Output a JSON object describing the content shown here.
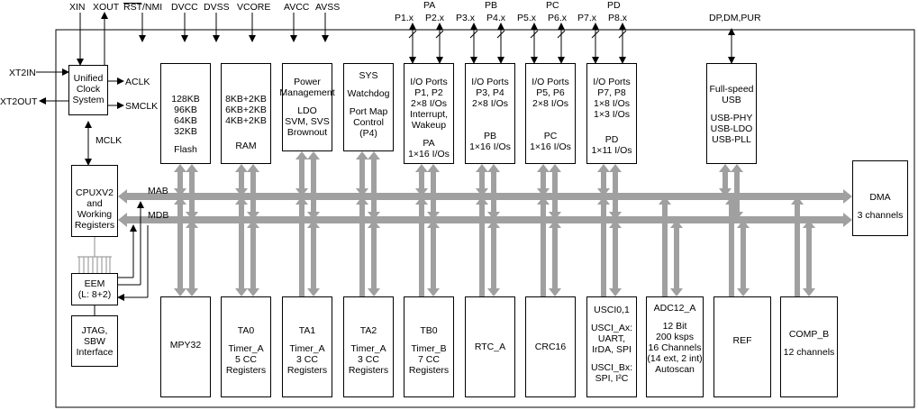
{
  "top_signals": [
    {
      "id": "xin",
      "text": "XIN"
    },
    {
      "id": "xout",
      "text": "XOUT"
    },
    {
      "id": "rst",
      "text": "RST/NMI"
    },
    {
      "id": "dvcc",
      "text": "DVCC"
    },
    {
      "id": "dvss",
      "text": "DVSS"
    },
    {
      "id": "vcore",
      "text": "VCORE"
    },
    {
      "id": "avcc",
      "text": "AVCC"
    },
    {
      "id": "avss",
      "text": "AVSS"
    },
    {
      "id": "usbpins",
      "text": "DP,DM,PUR"
    }
  ],
  "left_signals": {
    "xt2in": "XT2IN",
    "xt2out": "XT2OUT"
  },
  "ports": [
    {
      "name": "PA",
      "pin1": "P1.x",
      "pin2": "P2.x"
    },
    {
      "name": "PB",
      "pin1": "P3.x",
      "pin2": "P4.x"
    },
    {
      "name": "PC",
      "pin1": "P5.x",
      "pin2": "P6.x"
    },
    {
      "name": "PD",
      "pin1": "P7.x",
      "pin2": "P8.x"
    }
  ],
  "clock": {
    "lines": [
      "Unified",
      "Clock",
      "System"
    ],
    "aclk": "ACLK",
    "smclk": "SMCLK",
    "mclk": "MCLK"
  },
  "buses": {
    "mab": "MAB",
    "mdb": "MDB"
  },
  "top_blocks": {
    "flash": [
      "128KB",
      "96KB",
      "64KB",
      "32KB",
      "",
      "Flash"
    ],
    "ram": [
      "8KB+2KB",
      "6KB+2KB",
      "4KB+2KB",
      "",
      "",
      "RAM"
    ],
    "power": [
      "Power",
      "Management",
      "",
      "LDO",
      "SVM, SVS",
      "Brownout"
    ],
    "sys": [
      "SYS",
      "",
      "Watchdog",
      "",
      "Port Map",
      "Control",
      "(P4)"
    ],
    "ioa": [
      "I/O Ports",
      "P1, P2",
      "2×8 I/Os",
      "Interrupt,",
      "Wakeup",
      "",
      "PA",
      "1×16 I/Os"
    ],
    "iob": [
      "I/O Ports",
      "P3, P4",
      "2×8 I/Os",
      "",
      "",
      "",
      "PB",
      "1×16 I/Os"
    ],
    "ioc": [
      "I/O Ports",
      "P5, P6",
      "2×8 I/Os",
      "",
      "",
      "",
      "PC",
      "1×16 I/Os"
    ],
    "iod": [
      "I/O Ports",
      "P7, P8",
      "1×8 I/Os",
      "1×3 I/Os",
      "",
      "",
      "PD",
      "1×11 I/Os"
    ],
    "usb": [
      "Full-speed",
      "USB",
      "",
      "USB-PHY",
      "USB-LDO",
      "USB-PLL"
    ]
  },
  "cpu": [
    "CPUXV2",
    "and",
    "Working",
    "Registers"
  ],
  "eem": [
    "EEM",
    "(L: 8+2)"
  ],
  "jtag": [
    "JTAG,",
    "SBW",
    "Interface"
  ],
  "dma": [
    "DMA",
    "",
    "3 channels"
  ],
  "bottom_blocks": {
    "mpy": [
      "MPY32"
    ],
    "ta0": [
      "TA0",
      "",
      "Timer_A",
      "5 CC",
      "Registers"
    ],
    "ta1": [
      "TA1",
      "",
      "Timer_A",
      "3 CC",
      "Registers"
    ],
    "ta2": [
      "TA2",
      "",
      "Timer_A",
      "3 CC",
      "Registers"
    ],
    "tb0": [
      "TB0",
      "",
      "Timer_B",
      "7 CC",
      "Registers"
    ],
    "rtc": [
      "RTC_A"
    ],
    "crc": [
      "CRC16"
    ],
    "usci": [
      "USCI0,1",
      "",
      "USCI_Ax:",
      "UART,",
      "IrDA, SPI",
      "",
      "USCI_Bx:",
      "SPI, I²C"
    ],
    "adc": [
      "ADC12_A",
      "",
      "12 Bit",
      "200 ksps",
      "16 Channels",
      "(14 ext, 2 int)",
      "Autoscan"
    ],
    "ref": [
      "REF"
    ],
    "comp": [
      "COMP_B",
      "",
      "12 channels"
    ]
  },
  "colors": {
    "bus": "#a0a0a0",
    "line": "#000000"
  }
}
